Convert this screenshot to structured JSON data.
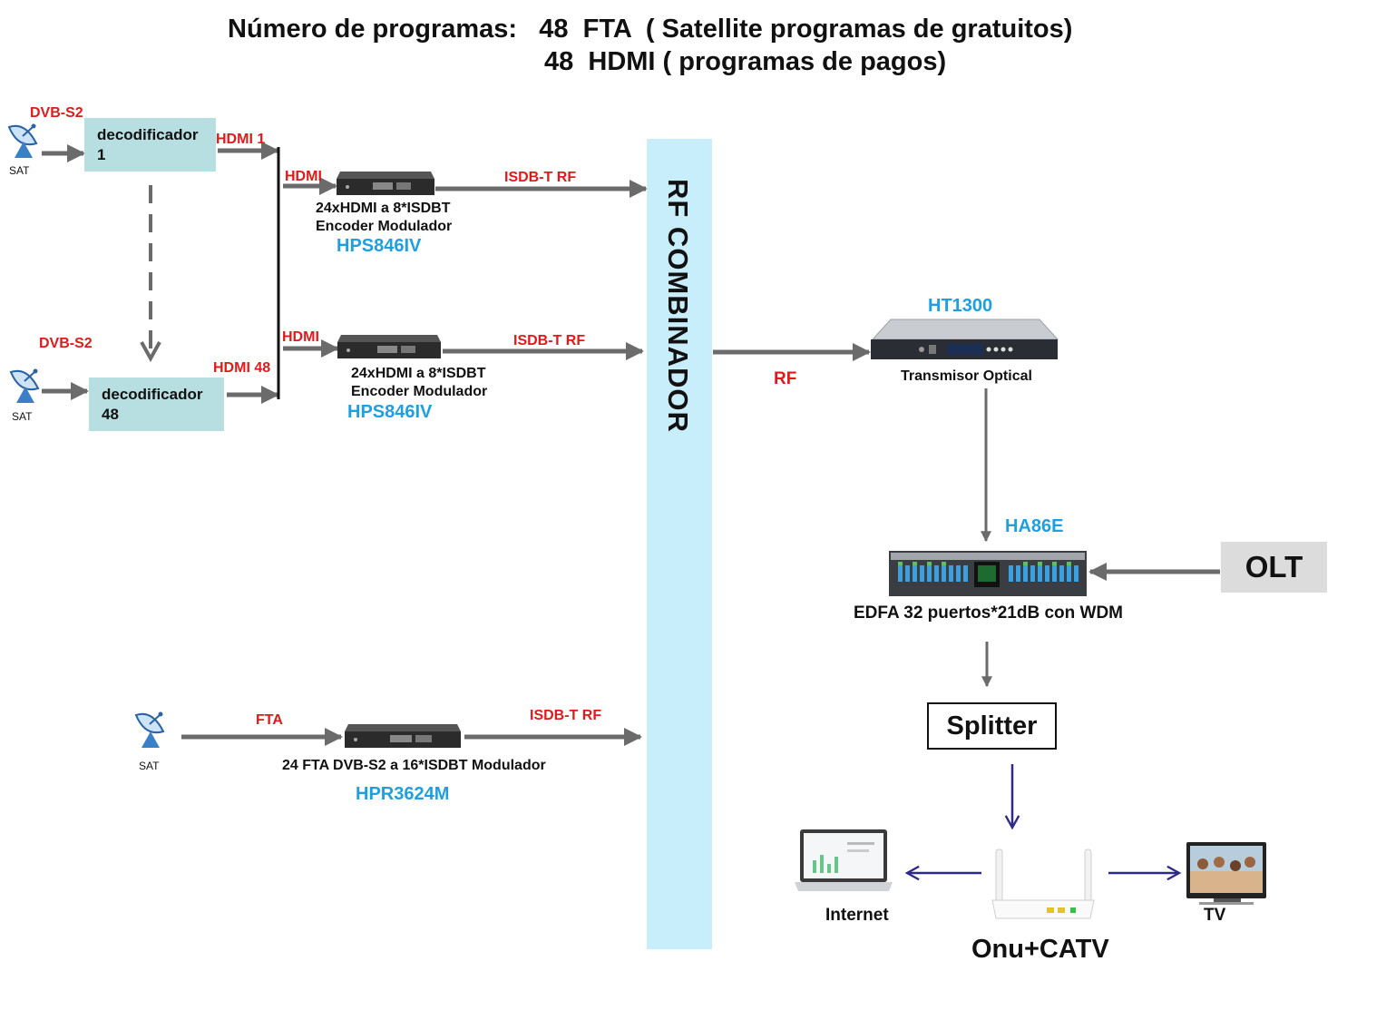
{
  "title": {
    "line1": "Número de programas:   48  FTA  ( Satellite programas de gratuitos)",
    "line2": "48  HDMI ( programas de pagos)"
  },
  "left": {
    "dvb1": "DVB-S2",
    "dvb2": "DVB-S2",
    "sat": "SAT",
    "decoder1": {
      "line1": "decodificador",
      "line2": "1"
    },
    "decoder48": {
      "line1": "decodificador",
      "line2": "48"
    },
    "hdmi1": "HDMI 1",
    "hdmi48": "HDMI 48"
  },
  "encoders": [
    {
      "input": "HDMI",
      "output": "ISDB-T RF",
      "desc1": "24xHDMI a 8*ISDBT",
      "desc2": "Encoder Modulador",
      "model": "HPS846IV"
    },
    {
      "input": "HDMI",
      "output": "ISDB-T RF",
      "desc1": "24xHDMI a 8*ISDBT",
      "desc2": "Encoder Modulador",
      "model": "HPS846IV"
    }
  ],
  "fta": {
    "label": "FTA",
    "output": "ISDB-T RF",
    "desc": "24 FTA DVB-S2 a 16*ISDBT Modulador",
    "model": "HPR3624M"
  },
  "combiner": {
    "label": "RF COMBINADOR"
  },
  "rf_label": "RF",
  "transmitter": {
    "model": "HT1300",
    "label": "Transmisor Optical"
  },
  "edfa": {
    "model": "HA86E",
    "label": "EDFA 32 puertos*21dB con WDM"
  },
  "olt": "OLT",
  "splitter": "Splitter",
  "onu": {
    "label": "Onu+CATV",
    "internet": "Internet",
    "tv": "TV"
  },
  "colors": {
    "red": "#e01a1a",
    "blue": "#1e9fe0",
    "decoder_bg": "#b7dee1",
    "combiner_bg": "#c9eefb",
    "arrow_gray": "#6b6b6b",
    "arrow_navy": "#2e2a8c"
  }
}
